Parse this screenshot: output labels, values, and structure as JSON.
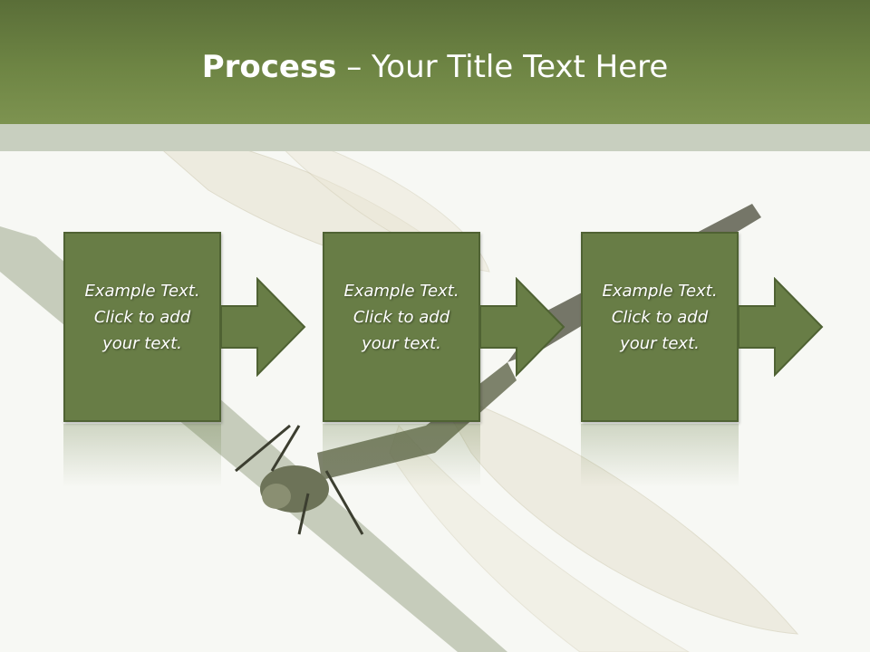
{
  "title": {
    "bold": "Process",
    "rest": " – Your Title Text Here"
  },
  "steps": [
    {
      "lines": [
        "Example Text.",
        "Click  to add",
        "your text."
      ]
    },
    {
      "lines": [
        "Example Text.",
        "Click  to add",
        "your text."
      ]
    },
    {
      "lines": [
        "Example Text.",
        "Click  to add",
        "your text."
      ]
    }
  ],
  "colors": {
    "header": "#6e8544",
    "band": "#c8cfbf",
    "box": "#687d46",
    "box_border": "#4f6233",
    "background": "#f7f8f4"
  },
  "background_image": "dragonfly-on-stem"
}
